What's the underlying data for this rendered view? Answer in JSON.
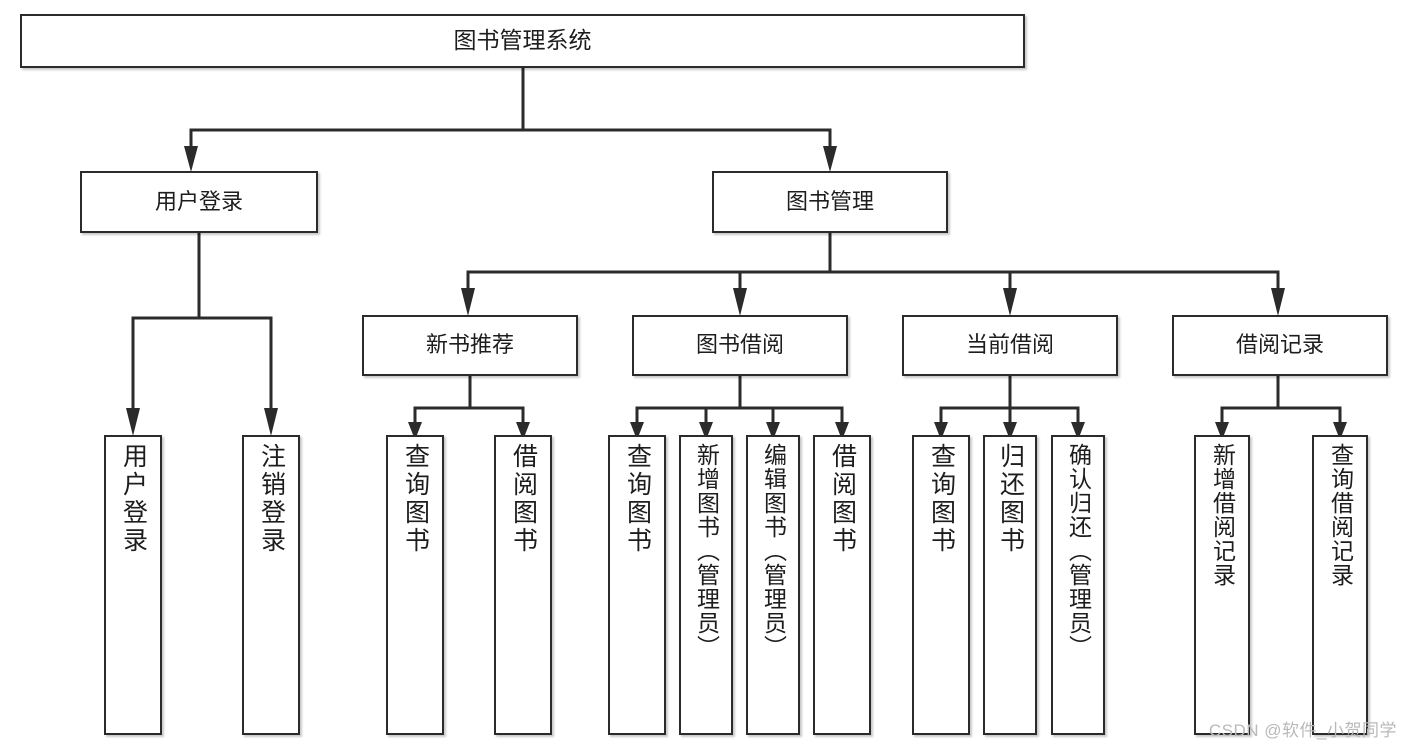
{
  "diagram": {
    "title": "图书管理系统",
    "type": "hierarchy-tree",
    "watermark": "CSDN @软件_小贺同学",
    "colors": {
      "box_border": "#2b2b2b",
      "box_fill": "#ffffff",
      "connector": "#2b2b2b",
      "text": "#1d1d1d",
      "watermark": "#b9b9b9"
    },
    "root": {
      "label": "图书管理系统"
    },
    "level1": [
      {
        "label": "用户登录"
      },
      {
        "label": "图书管理"
      }
    ],
    "level2": [
      {
        "label": "新书推荐"
      },
      {
        "label": "图书借阅"
      },
      {
        "label": "当前借阅"
      },
      {
        "label": "借阅记录"
      }
    ],
    "leaves": {
      "user_login": [
        {
          "label": "用户登录"
        },
        {
          "label": "注销登录"
        }
      ],
      "new_book": [
        {
          "label": "查询图书"
        },
        {
          "label": "借阅图书"
        }
      ],
      "book_borrow": [
        {
          "label": "查询图书"
        },
        {
          "label": "新增图书（管理员）"
        },
        {
          "label": "编辑图书（管理员）"
        },
        {
          "label": "借阅图书"
        }
      ],
      "current_borrow": [
        {
          "label": "查询图书"
        },
        {
          "label": "归还图书"
        },
        {
          "label": "确认归还（管理员）"
        }
      ],
      "borrow_record": [
        {
          "label": "新增借阅记录"
        },
        {
          "label": "查询借阅记录"
        }
      ]
    }
  }
}
